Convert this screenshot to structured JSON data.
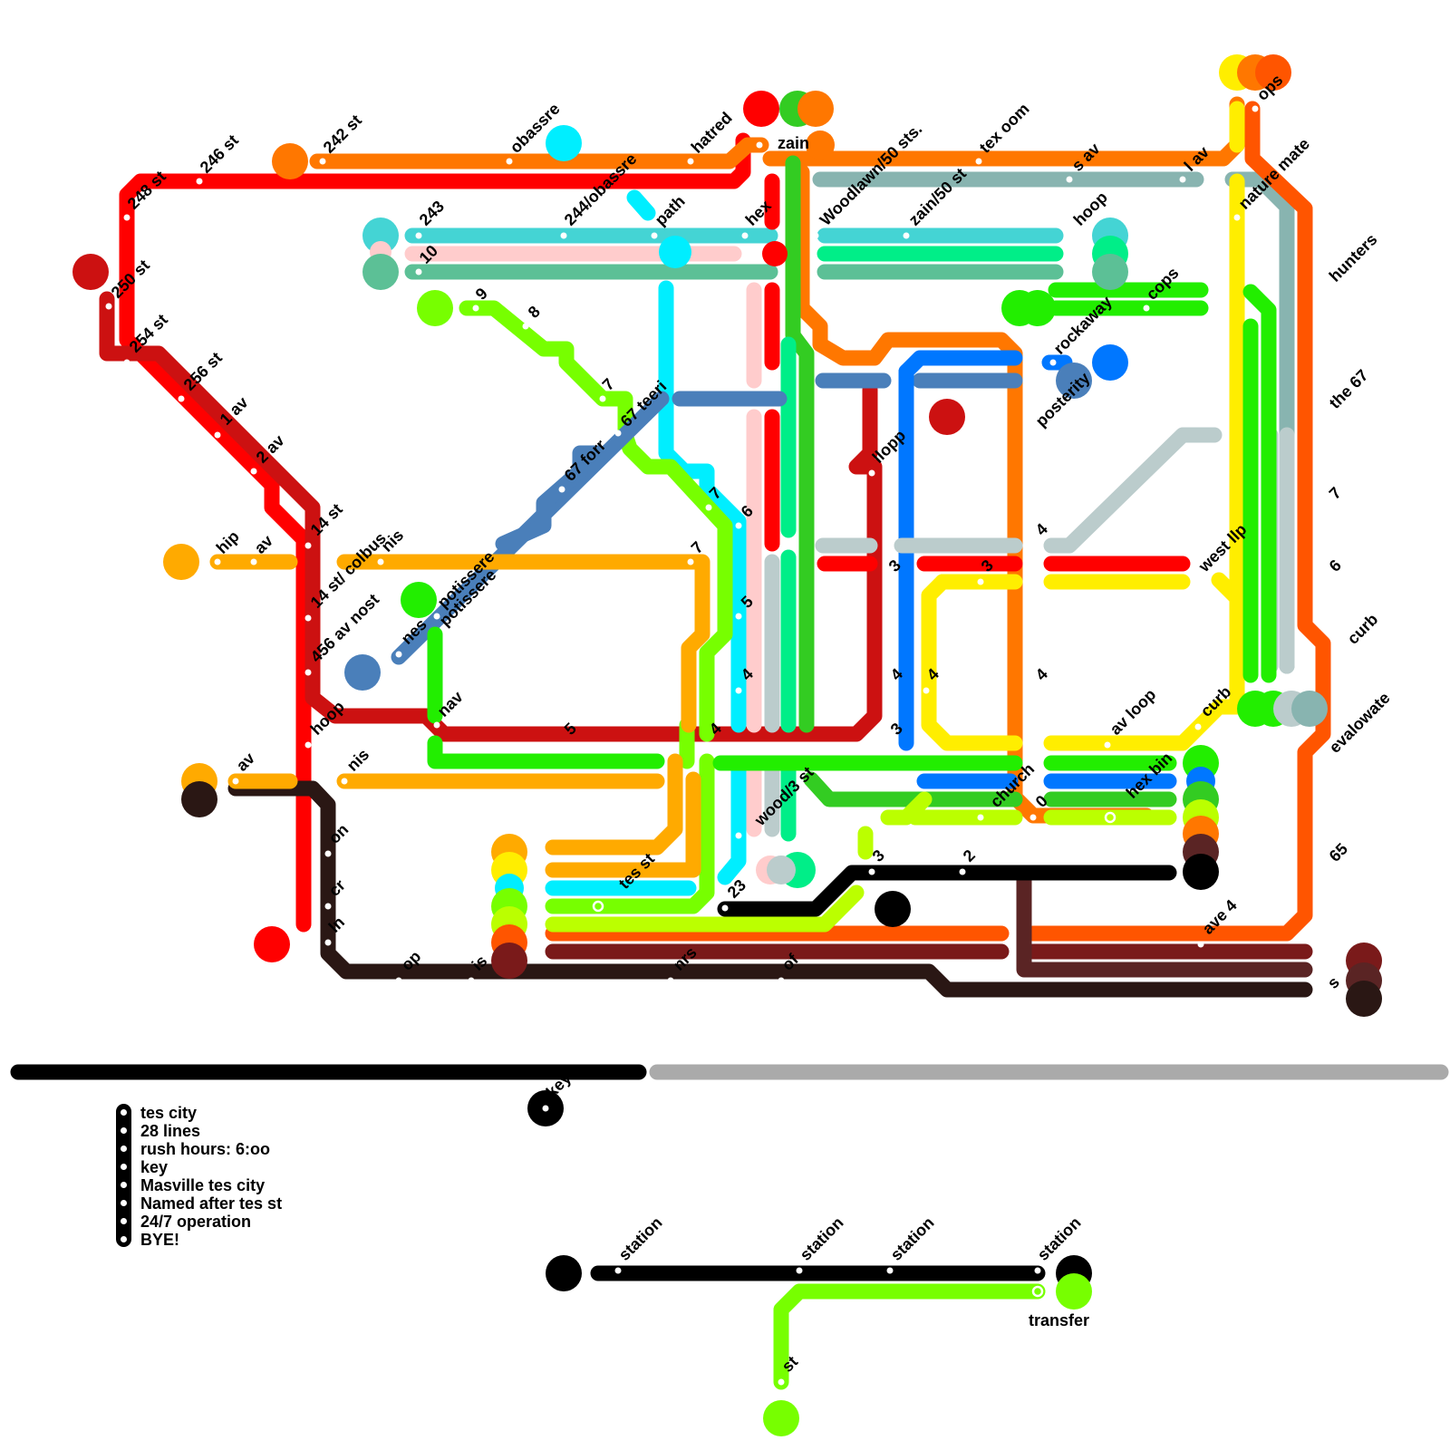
{
  "line_colors": {
    "red": "#ff0000",
    "dark_red": "#cc1111",
    "orange": "#ff7700",
    "gold": "#ffaa00",
    "yellow": "#ffee00",
    "cyan": "#00eeff",
    "teal": "#44d4d4",
    "pink": "#ffcccc",
    "sea_green": "#5cc096",
    "lime": "#77ff00",
    "green": "#33cc22",
    "bright_green": "#22ee00",
    "mint": "#00ee88",
    "steel_blue": "#4a7fba",
    "blue": "#0077ff",
    "silver": "#bbcccc",
    "gray_teal": "#88b4b0",
    "black": "#000000",
    "brown_black": "#2a1714",
    "maroon": "#7a1a1a",
    "dark_brown": "#5a2424",
    "red_orange": "#ff5500",
    "chartreuse": "#bbff00",
    "light_gray": "#aaaaaa"
  },
  "stations": {
    "s242": "242 st",
    "s246": "246 st",
    "s248": "248 st",
    "s250": "250 st",
    "s254": "254 st",
    "s256": "256 st",
    "one_av": "1 av",
    "two_av": "2 av",
    "s14": "14 st",
    "s14colbus": "14 st/ colbus",
    "av456": "456 av nost",
    "hoop_w": "hoop",
    "hip": "hip",
    "av_w": "av",
    "av_w2": "av",
    "nis_top": "nis",
    "nis_bottom": "nis",
    "obassre": "obassre",
    "hatred": "hatred",
    "zain": "zain",
    "woodlawn": "Woodlawn/50 sts.",
    "tex_oom": "tex oom",
    "s_av": "s av",
    "l_av": "l av",
    "ops": "ops",
    "nature_mate": "nature mate",
    "hunters": "hunters",
    "the67": "the 67",
    "e7": "7",
    "e6": "6",
    "curb_e": "curb",
    "evalowate": "evalowate",
    "e65": "65",
    "ave4": "ave 4",
    "s243": "243",
    "s10": "10",
    "s244": "244/obassre",
    "path": "path",
    "hex": "hex",
    "zain50": "zain/50 st",
    "hoop_ne": "hoop",
    "cops": "cops",
    "rockaway": "rockaway",
    "posterity": "posterity",
    "llopp": "llopp",
    "n9": "9",
    "n8": "8",
    "n7a": "7",
    "teeri": "67 teeri",
    "forr": "67 forr",
    "n7b": "7",
    "n7c": "7",
    "n6": "6",
    "n5": "5",
    "n4": "4",
    "n4b": "4",
    "n5b": "5",
    "potissere": "potissere",
    "potissere2": "potissere",
    "nes": "nes",
    "nav": "nav",
    "n3a": "3",
    "n3b": "3",
    "n4c": "4",
    "n4d": "4",
    "n3c": "3",
    "n3d": "3",
    "n4e": "4",
    "n4f": "4",
    "west_llp": "west llp",
    "av_loop": "av loop",
    "curb_c": "curb",
    "hex_bin": "hex bin",
    "church": "church",
    "n0": "0",
    "wood3": "wood/3 st",
    "n3e": "3",
    "n2": "2",
    "n23": "23",
    "tes_st": "tes st",
    "on": "on",
    "cr": "cr",
    "ln": "ln",
    "op": "op",
    "is": "is",
    "nrs": "nrs",
    "of": "of",
    "s_e": "s"
  },
  "legend": {
    "items": [
      "tes city",
      "28 lines",
      "rush hours: 6:oo",
      "key",
      "Masville tes city",
      "Named after tes st",
      "24/7 operation",
      "BYE!"
    ]
  },
  "key": {
    "label": "key",
    "station_label": "station",
    "transfer_label": "transfer",
    "st_label": "st"
  }
}
